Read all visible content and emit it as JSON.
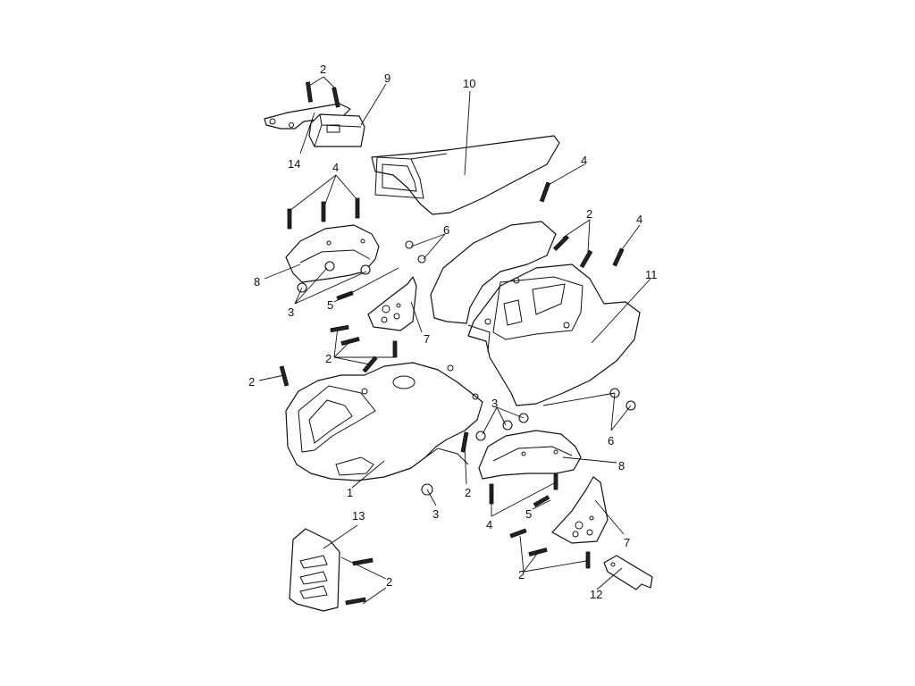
{
  "colors": {
    "line": "#111111",
    "background": "#ffffff"
  },
  "callouts": [
    {
      "id": "c1",
      "text": "2"
    },
    {
      "id": "c2",
      "text": "9"
    },
    {
      "id": "c3",
      "text": "10"
    },
    {
      "id": "c4",
      "text": "14"
    },
    {
      "id": "c5",
      "text": "4"
    },
    {
      "id": "c6",
      "text": "4"
    },
    {
      "id": "c7",
      "text": "2"
    },
    {
      "id": "c8",
      "text": "4"
    },
    {
      "id": "c9",
      "text": "6"
    },
    {
      "id": "c10",
      "text": "11"
    },
    {
      "id": "c11",
      "text": "8"
    },
    {
      "id": "c12",
      "text": "5"
    },
    {
      "id": "c13",
      "text": "3"
    },
    {
      "id": "c14",
      "text": "7"
    },
    {
      "id": "c15",
      "text": "2"
    },
    {
      "id": "c16",
      "text": "2"
    },
    {
      "id": "c17",
      "text": "3"
    },
    {
      "id": "c18",
      "text": "6"
    },
    {
      "id": "c19",
      "text": "8"
    },
    {
      "id": "c20",
      "text": "1"
    },
    {
      "id": "c21",
      "text": "2"
    },
    {
      "id": "c22",
      "text": "3"
    },
    {
      "id": "c23",
      "text": "5"
    },
    {
      "id": "c24",
      "text": "4"
    },
    {
      "id": "c25",
      "text": "7"
    },
    {
      "id": "c26",
      "text": "13"
    },
    {
      "id": "c27",
      "text": "2"
    },
    {
      "id": "c28",
      "text": "2"
    },
    {
      "id": "c29",
      "text": "12"
    }
  ]
}
